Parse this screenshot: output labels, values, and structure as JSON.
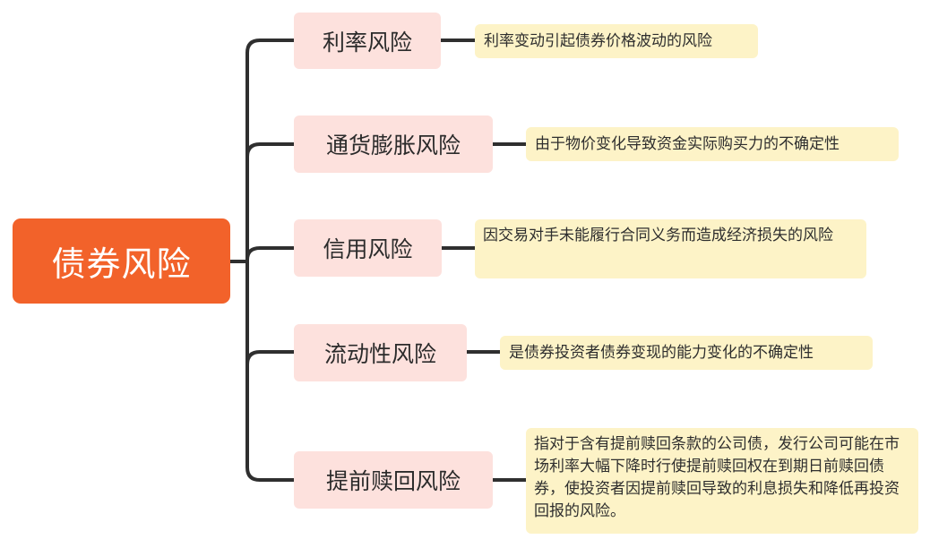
{
  "root": {
    "label": "债券风险"
  },
  "branches": [
    {
      "label": "利率风险",
      "note": "利率变动引起债券价格波动的风险"
    },
    {
      "label": "通货膨胀风险",
      "note": "由于物价变化导致资金实际购买力的不确定性"
    },
    {
      "label": "信用风险",
      "note": "因交易对手未能履行合同义务而造成经济损失的风险"
    },
    {
      "label": "流动性风险",
      "note": "是债券投资者债券变现的能力变化的不确定性"
    },
    {
      "label": "提前赎回风险",
      "note": "指对于含有提前赎回条款的公司债，发行公司可能在市场利率大幅下降时行使提前赎回权在到期日前赎回债券，使投资者因提前赎回导致的利息损失和降低再投资回报的风险。"
    }
  ],
  "colors": {
    "root": "#f2622a",
    "branch": "#fde1dd",
    "note": "#fdf3c7",
    "connector": "#2f2f2f"
  }
}
